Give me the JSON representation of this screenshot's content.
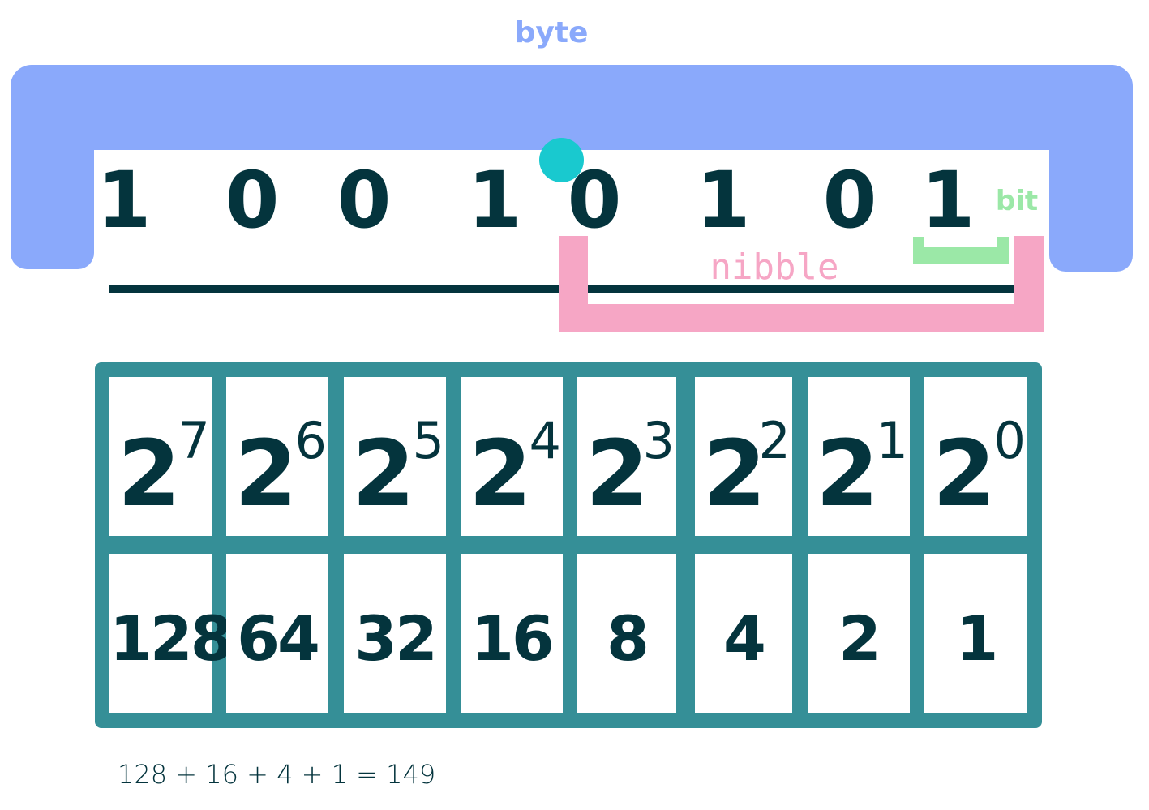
{
  "labels": {
    "byte": "byte",
    "nibble": "nibble",
    "bit": "bit"
  },
  "bits": [
    "1",
    "0",
    "0",
    "1",
    "0",
    "1",
    "0",
    "1"
  ],
  "powers": [
    {
      "base": "2",
      "exp": "7"
    },
    {
      "base": "2",
      "exp": "6"
    },
    {
      "base": "2",
      "exp": "5"
    },
    {
      "base": "2",
      "exp": "4"
    },
    {
      "base": "2",
      "exp": "3"
    },
    {
      "base": "2",
      "exp": "2"
    },
    {
      "base": "2",
      "exp": "1"
    },
    {
      "base": "2",
      "exp": "0"
    }
  ],
  "values": [
    "128",
    "64",
    "32",
    "16",
    "8",
    "4",
    "2",
    "1"
  ],
  "equation": "128 + 16 + 4 + 1 = 149",
  "colors": {
    "byte": "#8aa9fb",
    "nibble": "#f6a6c5",
    "bit": "#9be8a7",
    "marker": "#19c9cf",
    "table": "#358f97",
    "text": "#04343d"
  }
}
